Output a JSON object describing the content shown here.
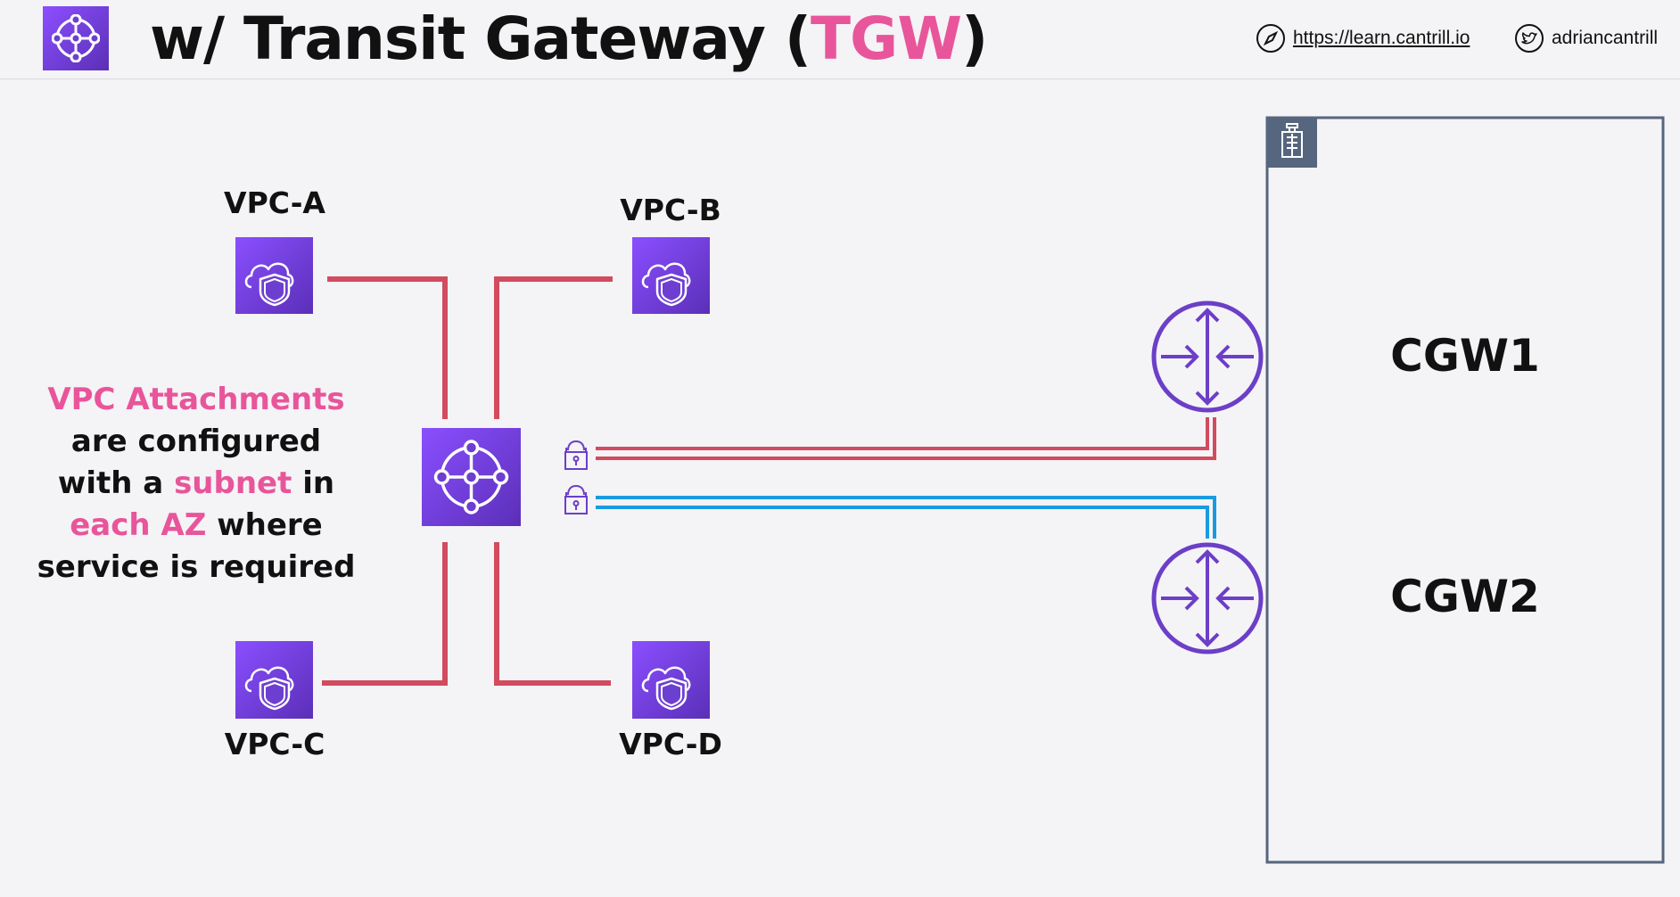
{
  "header": {
    "title_prefix": "w/ Transit Gateway (",
    "title_accent": "TGW",
    "title_suffix": ")",
    "url_text": "https://learn.cantrill.io",
    "twitter_handle": "adriancantrill",
    "icons": {
      "logo": "transit-gateway-icon",
      "url": "compass-icon",
      "twitter": "twitter-bird-icon"
    }
  },
  "vpcs": {
    "a": "VPC-A",
    "b": "VPC-B",
    "c": "VPC-C",
    "d": "VPC-D"
  },
  "gateways": {
    "cgw1": "CGW1",
    "cgw2": "CGW2"
  },
  "caption": {
    "l1_hl": "VPC Attachments",
    "l2": "are configured",
    "l3_a": "with a ",
    "l3_hl": "subnet",
    "l3_b": " in",
    "l4_hl": "each AZ",
    "l4_b": " where",
    "l5": "service is required"
  },
  "colors": {
    "accent_pink": "#e8559a",
    "purple": "#6b3fc7",
    "attachment_red": "#d24b5e",
    "vpn_blue": "#1a9be0",
    "building_slate": "#56667e"
  }
}
